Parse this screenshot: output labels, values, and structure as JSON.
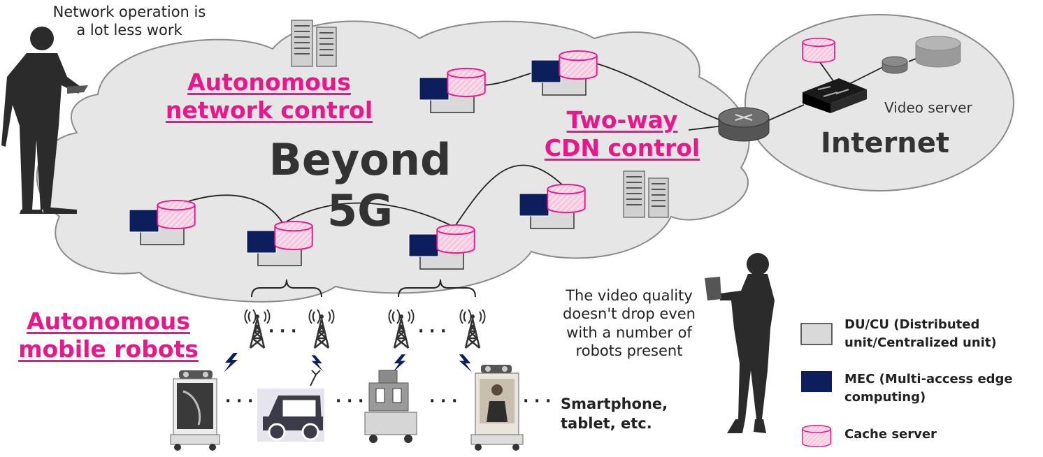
{
  "annotations": {
    "operator_note": [
      "Network operation is",
      "a lot less work"
    ],
    "network_control": [
      "Autonomous",
      "network control"
    ],
    "cloud_title": "Beyond 5G",
    "cdn_control": [
      "Two-way",
      "CDN control"
    ],
    "internet_title": "Internet",
    "video_server": "Video server",
    "robots_title": [
      "Autonomous",
      "mobile robots"
    ],
    "quality_note": [
      "The video quality",
      "doesn't drop even",
      "with a number of",
      "robots present"
    ],
    "devices": [
      "Smartphone,",
      "tablet, etc."
    ],
    "ellipsis": "· · ·"
  },
  "legend": {
    "items": [
      {
        "kind": "du-cu",
        "label": [
          "DU/CU (Distributed",
          "unit/Centralized unit)"
        ],
        "color": "#d9d9d9"
      },
      {
        "kind": "mec",
        "label": [
          "MEC  (Multi-access edge",
          "computing)"
        ],
        "color": "#0c1f5c"
      },
      {
        "kind": "cache",
        "label": [
          "Cache server"
        ],
        "color": "#f6c9df"
      }
    ]
  },
  "colors": {
    "accent": "#e8178a",
    "cloud_fill": "#e6e6e6",
    "cloud_stroke": "#8a8a8a",
    "mec": "#0c1f5c",
    "du_cu": "#d9d9d9",
    "cache_fill": "#f6c9df",
    "silhouette": "#2b2b2b"
  }
}
